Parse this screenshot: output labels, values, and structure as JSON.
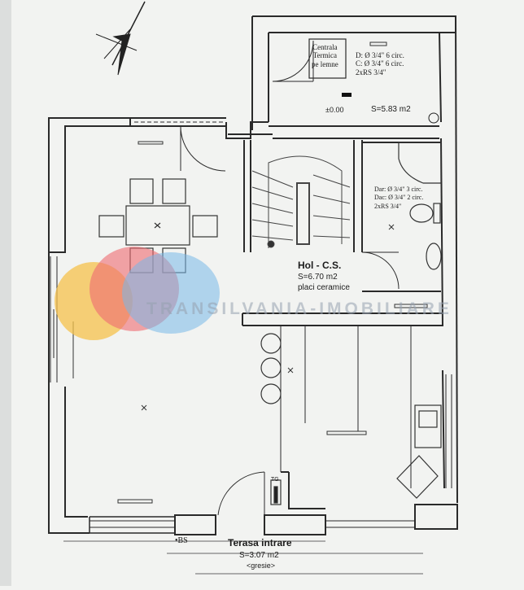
{
  "colors": {
    "paper": "#f2f3f1",
    "wall": "#2a2a2a",
    "line": "#3a3a3a",
    "logo_yellow": "#f5c24b",
    "logo_red": "#ef6a72",
    "logo_blue": "#78b8e8"
  },
  "icons": {
    "north": "compass-arrow-icon",
    "boiler": "boiler-icon",
    "shower": "shower-tray-icon",
    "toilet": "toilet-icon",
    "sink": "sink-icon",
    "stove": "stove-icon",
    "light": "ceiling-light-icon",
    "socket": "wall-socket-icon"
  },
  "boiler_room": {
    "unit": "Centrala\nTermica\npe lemne",
    "pipes_d": "D: Ø 3/4\" 6 circ.",
    "pipes_c": "C: Ø 3/4\" 6 circ.",
    "pipes_rs": "2xRS 3/4\"",
    "level": "±0.00",
    "area": "S=5.83 m2"
  },
  "bath": {
    "pipes_d": "Dar: Ø 3/4\" 3 circ.",
    "pipes_c": "Dac: Ø 3/4\" 2 circ.",
    "pipes_rs": "2xRS 3/4\""
  },
  "hall": {
    "name": "Hol - C.S.",
    "area": "S=6.70 m2",
    "finish": "placi ceramice"
  },
  "kitchen": {
    "tg": "TG"
  },
  "terrace": {
    "marker": "•BS",
    "name": "Terasa intrare",
    "area": "S=3.07 m2",
    "finish": "<gresie>"
  },
  "watermark": "TRANSILVANIA-IMOBILIARE"
}
